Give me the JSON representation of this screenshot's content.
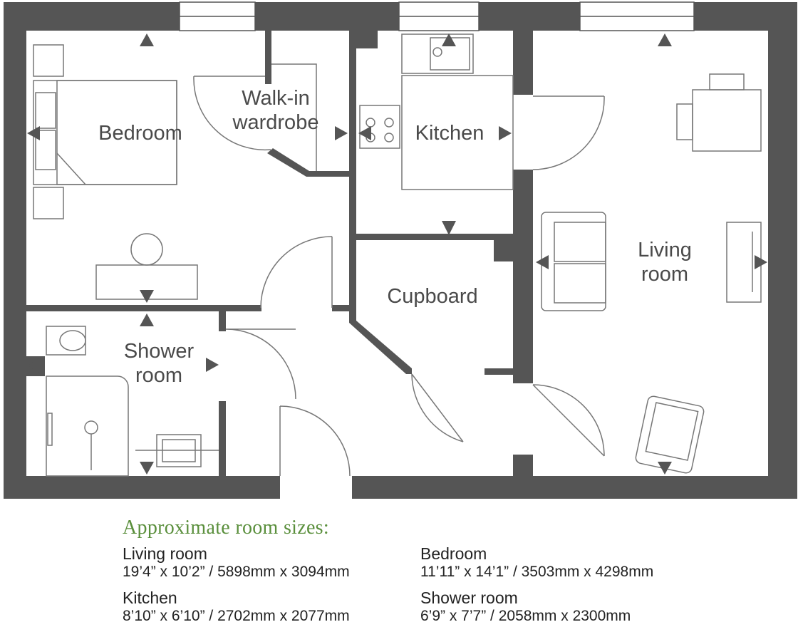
{
  "rooms": {
    "bedroom": "Bedroom",
    "walkin_line1": "Walk-in",
    "walkin_line2": "wardrobe",
    "kitchen": "Kitchen",
    "living_line1": "Living",
    "living_line2": "room",
    "cupboard": "Cupboard",
    "shower_line1": "Shower",
    "shower_line2": "room"
  },
  "legend": {
    "title": "Approximate room sizes:",
    "items": [
      {
        "name": "Living room",
        "dims": "19’4” x 10’2” / 5898mm x 3094mm"
      },
      {
        "name": "Bedroom",
        "dims": "11’11” x 14’1” / 3503mm x 4298mm"
      },
      {
        "name": "Kitchen",
        "dims": "8’10” x 6’10” / 2702mm x 2077mm"
      },
      {
        "name": "Shower room",
        "dims": "6’9” x 7’7” / 2058mm x 2300mm"
      }
    ]
  },
  "colors": {
    "wall": "#555555",
    "line": "#777777",
    "accent_green": "#5a8f3c"
  }
}
